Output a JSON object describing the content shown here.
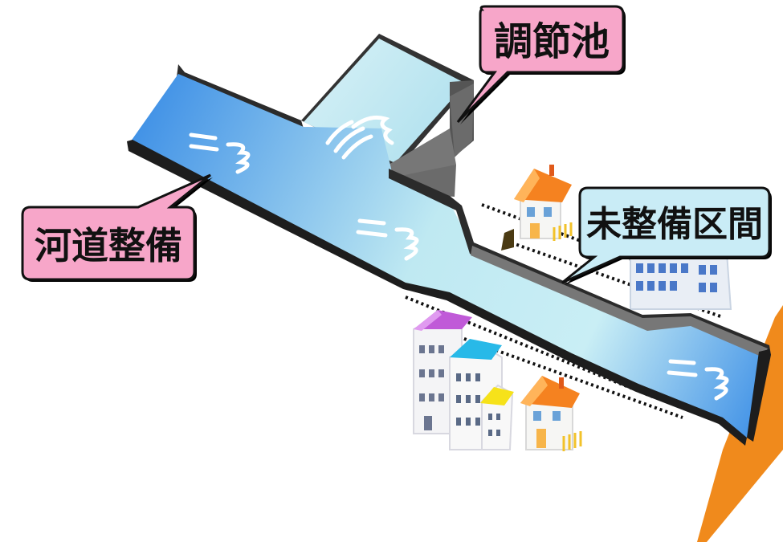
{
  "labels": {
    "pond": "調節池",
    "river_improvement": "河道整備",
    "unimproved": "未整備区間"
  },
  "colors": {
    "pink_callout": "#f7a6c9",
    "blue_callout": "#c9ecf6",
    "water_blue": "#3d8fe6",
    "water_pale": "#bfe9f2",
    "wall_dark": "#333333",
    "wall_grey": "#777777",
    "ground_orange": "#f08a1c"
  },
  "icons": [
    "flow-wave-icon",
    "house-icon",
    "building-icon"
  ]
}
